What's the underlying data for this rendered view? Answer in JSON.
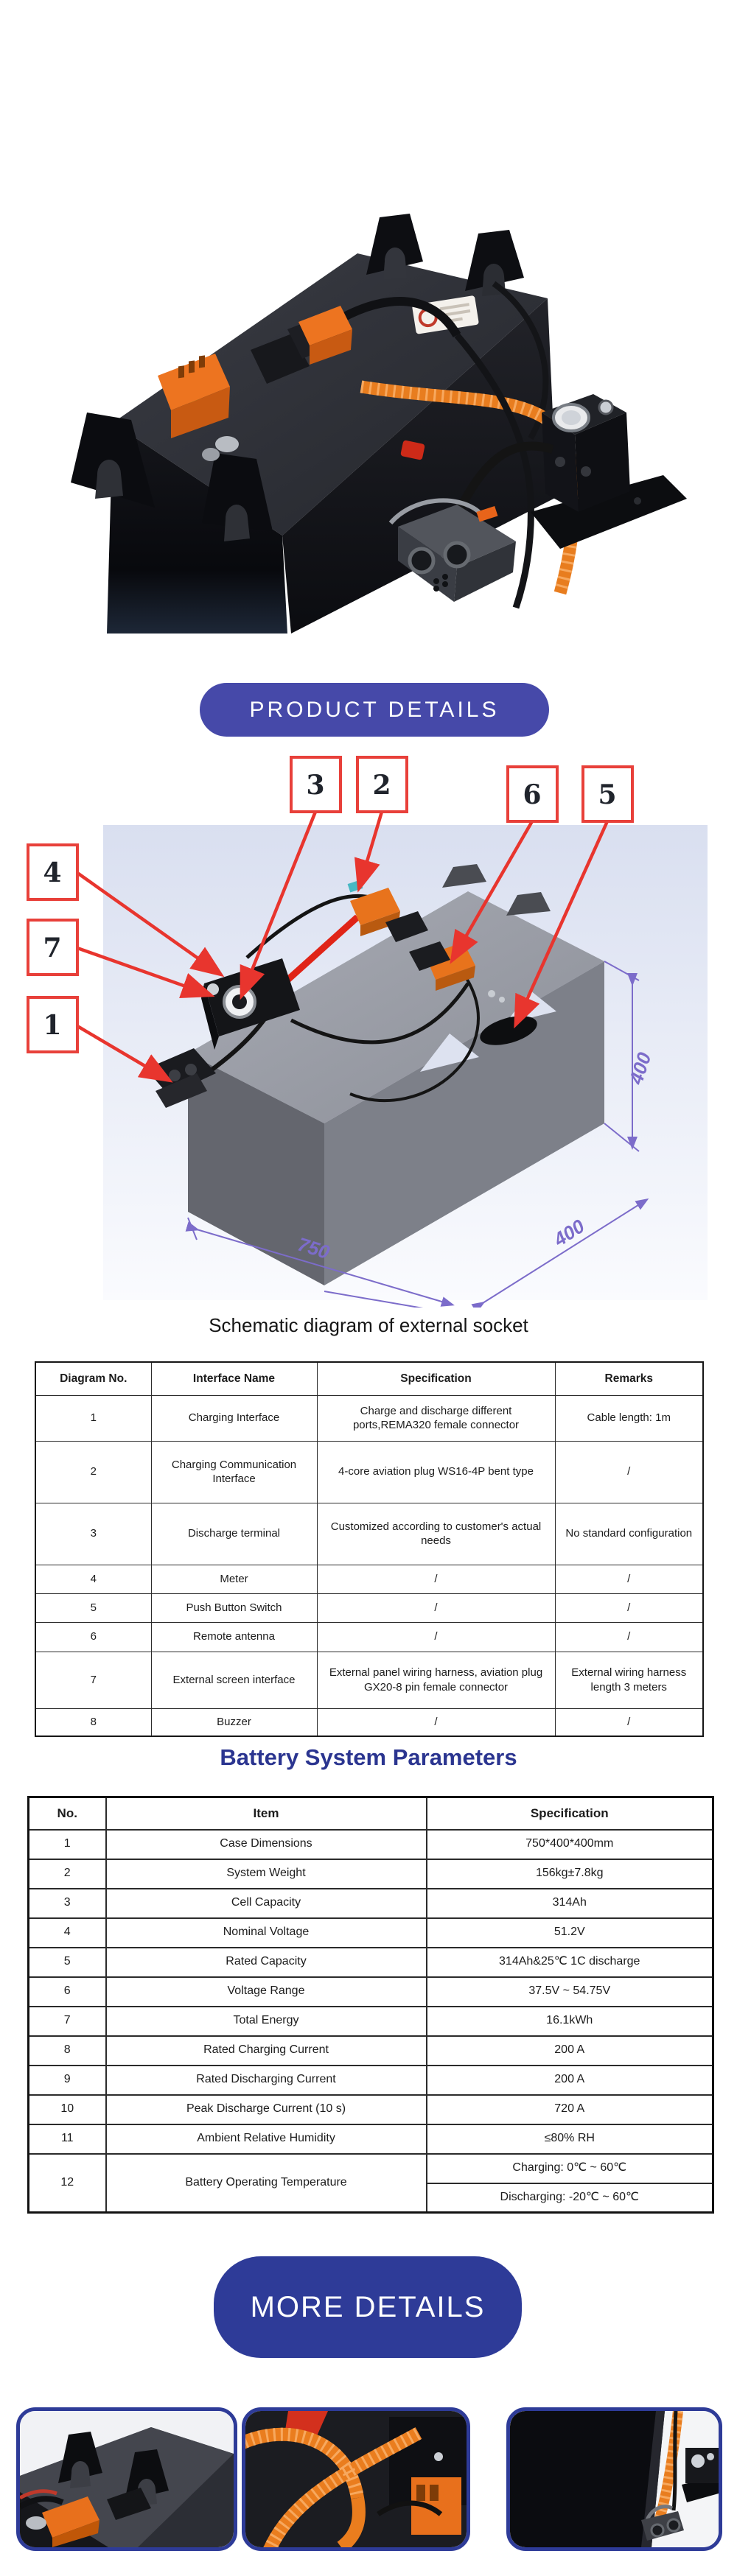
{
  "banners": {
    "product_details": "PRODUCT DETAILS",
    "more_details": "MORE DETAILS"
  },
  "diagram": {
    "caption": "Schematic diagram of external socket",
    "callouts": {
      "c1": "1",
      "c2": "2",
      "c3": "3",
      "c4": "4",
      "c5": "5",
      "c6": "6",
      "c7": "7"
    },
    "dimensions": {
      "length": "750",
      "depth": "400",
      "height": "400"
    }
  },
  "socket_table": {
    "headers": [
      "Diagram No.",
      "Interface Name",
      "Specification",
      "Remarks"
    ],
    "rows": [
      {
        "no": "1",
        "name": "Charging Interface",
        "spec": "Charge and discharge different ports,REMA320 female connector",
        "remarks": "Cable length: 1m"
      },
      {
        "no": "2",
        "name": "Charging Communication Interface",
        "spec": "4-core aviation plug WS16-4P bent type",
        "remarks": "/"
      },
      {
        "no": "3",
        "name": "Discharge terminal",
        "spec": "Customized according to customer's actual needs",
        "remarks": "No standard configuration"
      },
      {
        "no": "4",
        "name": "Meter",
        "spec": "/",
        "remarks": "/"
      },
      {
        "no": "5",
        "name": "Push Button Switch",
        "spec": "/",
        "remarks": "/"
      },
      {
        "no": "6",
        "name": "Remote antenna",
        "spec": "/",
        "remarks": "/"
      },
      {
        "no": "7",
        "name": "External screen interface",
        "spec": "External panel wiring harness, aviation plug GX20-8 pin female connector",
        "remarks": "External wiring harness length 3 meters"
      },
      {
        "no": "8",
        "name": "Buzzer",
        "spec": "/",
        "remarks": "/"
      }
    ]
  },
  "params_title": "Battery System Parameters",
  "params_table": {
    "headers": [
      "No.",
      "Item",
      "Specification"
    ],
    "rows": [
      {
        "no": "1",
        "item": "Case Dimensions",
        "spec": "750*400*400mm"
      },
      {
        "no": "2",
        "item": "System Weight",
        "spec": "156kg±7.8kg"
      },
      {
        "no": "3",
        "item": "Cell Capacity",
        "spec": "314Ah"
      },
      {
        "no": "4",
        "item": "Nominal Voltage",
        "spec": "51.2V"
      },
      {
        "no": "5",
        "item": "Rated Capacity",
        "spec": "314Ah&25℃ 1C discharge"
      },
      {
        "no": "6",
        "item": "Voltage Range",
        "spec": "37.5V ~ 54.75V"
      },
      {
        "no": "7",
        "item": "Total Energy",
        "spec": "16.1kWh"
      },
      {
        "no": "8",
        "item": "Rated Charging Current",
        "spec": "200 A"
      },
      {
        "no": "9",
        "item": "Rated Discharging Current",
        "spec": "200 A"
      },
      {
        "no": "10",
        "item": "Peak Discharge Current (10 s)",
        "spec": "720 A"
      },
      {
        "no": "11",
        "item": "Ambient Relative Humidity",
        "spec": "≤80% RH"
      }
    ],
    "temp_row": {
      "no": "12",
      "item": "Battery Operating Temperature",
      "spec_charging": "Charging: 0℃ ~ 60℃",
      "spec_discharging": "Discharging: -20℃ ~ 60℃"
    }
  },
  "colors": {
    "banner_primary": "#4649a9",
    "banner_secondary": "#2e3b98",
    "title_blue": "#2b3590",
    "callout_red": "#e8403a",
    "dimension_purple": "#7c6cca",
    "cable_orange": "#e87d1f"
  }
}
